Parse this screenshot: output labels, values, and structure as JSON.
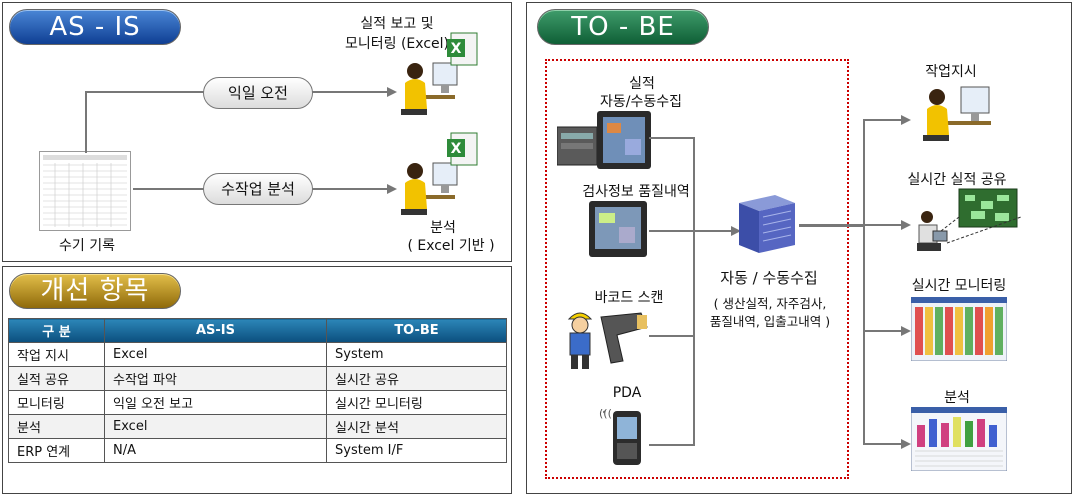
{
  "asis": {
    "title": "AS - IS",
    "bubble_1": "익일 오전",
    "bubble_2": "수작업 분석",
    "manual_record": "수기 기록",
    "report_label_1": "실적 보고 및",
    "report_label_2": "모니터링 (Excel)",
    "analysis_label_1": "분석",
    "analysis_label_2": "( Excel 기반 )"
  },
  "improve": {
    "title": "개선 항목",
    "headers": [
      "구 분",
      "AS-IS",
      "TO-BE"
    ],
    "rows": [
      [
        "작업 지시",
        "Excel",
        "System"
      ],
      [
        "실적 공유",
        "수작업 파악",
        "실시간 공유"
      ],
      [
        "모니터링",
        "익일 오전 보고",
        "실시간 모니터링"
      ],
      [
        "분석",
        "Excel",
        "실시간 분석"
      ],
      [
        "ERP 연계",
        "N/A",
        "System I/F"
      ]
    ]
  },
  "tobe": {
    "title": "TO - BE",
    "src_1a": "실적",
    "src_1b": "자동/수동수집",
    "src_2": "검사정보 품질내역",
    "src_3": "바코드 스캔",
    "src_4": "PDA",
    "center_title": "자동 / 수동수집",
    "center_sub_1": "( 생산실적, 자주검사,",
    "center_sub_2": "품질내역, 입출고내역 )",
    "out_1": "작업지시",
    "out_2": "실시간 실적 공유",
    "out_3": "실시간 모니터링",
    "out_4": "분석"
  },
  "colors": {
    "frame_dashed": "#cc0000",
    "table_header": "#1d6fa3"
  }
}
